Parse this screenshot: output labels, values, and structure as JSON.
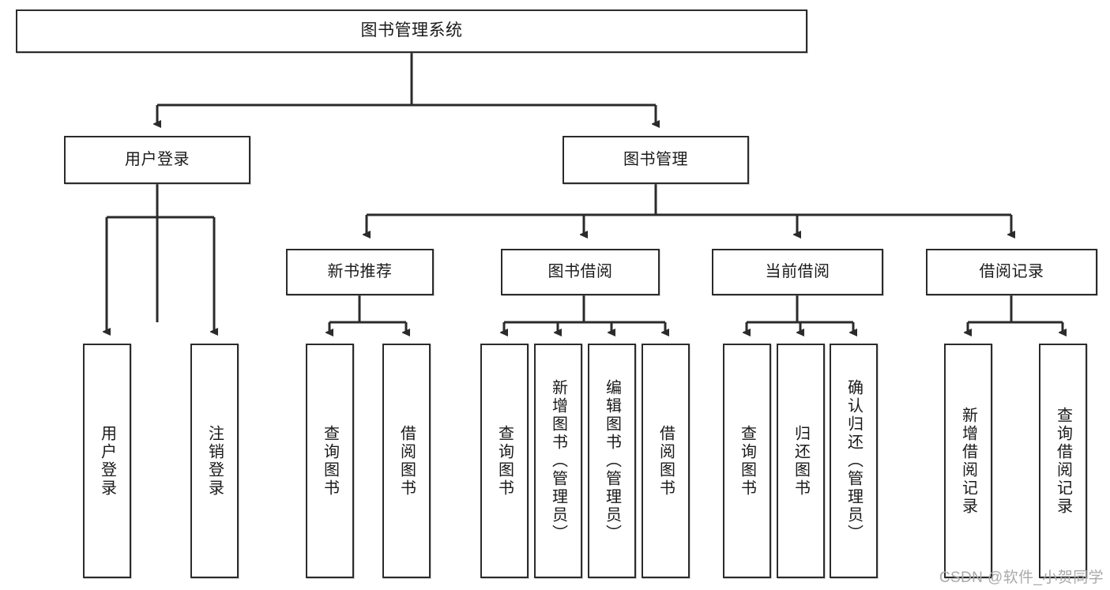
{
  "diagram": {
    "type": "hierarchy-tree",
    "title": "图书管理系统",
    "root": {
      "id": "root",
      "label": "图书管理系统"
    },
    "level2": [
      {
        "id": "user-login",
        "label": "用户登录"
      },
      {
        "id": "book-management",
        "label": "图书管理"
      }
    ],
    "level3": [
      {
        "id": "new-book-recommend",
        "label": "新书推荐",
        "parent": "book-management"
      },
      {
        "id": "book-borrow",
        "label": "图书借阅",
        "parent": "book-management"
      },
      {
        "id": "current-borrow",
        "label": "当前借阅",
        "parent": "book-management"
      },
      {
        "id": "borrow-record",
        "label": "借阅记录",
        "parent": "book-management"
      }
    ],
    "leaves": [
      {
        "id": "leaf-user-login",
        "label": "用户登录",
        "parent": "user-login"
      },
      {
        "id": "leaf-logout-login",
        "label": "注销登录",
        "parent": "user-login"
      },
      {
        "id": "leaf-query-book-1",
        "label": "查询图书",
        "parent": "new-book-recommend"
      },
      {
        "id": "leaf-borrow-book-1",
        "label": "借阅图书",
        "parent": "new-book-recommend"
      },
      {
        "id": "leaf-query-book-2",
        "label": "查询图书",
        "parent": "book-borrow"
      },
      {
        "id": "leaf-add-book",
        "label": "新增图书（管理员）",
        "parent": "book-borrow"
      },
      {
        "id": "leaf-edit-book",
        "label": "编辑图书（管理员）",
        "parent": "book-borrow"
      },
      {
        "id": "leaf-borrow-book-2",
        "label": "借阅图书",
        "parent": "book-borrow"
      },
      {
        "id": "leaf-query-book-3",
        "label": "查询图书",
        "parent": "current-borrow"
      },
      {
        "id": "leaf-return-book",
        "label": "归还图书",
        "parent": "current-borrow"
      },
      {
        "id": "leaf-confirm-return",
        "label": "确认归还（管理员）",
        "parent": "current-borrow"
      },
      {
        "id": "leaf-add-record",
        "label": "新增借阅记录",
        "parent": "borrow-record"
      },
      {
        "id": "leaf-query-record",
        "label": "查询借阅记录",
        "parent": "borrow-record"
      }
    ],
    "colors": {
      "stroke": "#2b2b2b",
      "fill": "#ffffff",
      "text": "#1a1a1a",
      "watermark": "#a9a9a9"
    }
  },
  "watermark": {
    "text": "CSDN @软件_小贺同学"
  }
}
